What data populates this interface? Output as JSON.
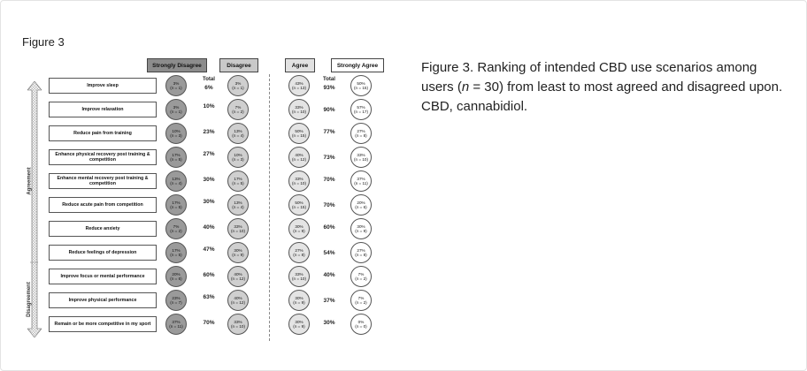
{
  "figure_label": "Figure 3",
  "caption": {
    "bold_prefix": "Figure 3",
    "text_1": ". Ranking of intended CBD use scenarios among users (",
    "italic_n": "n",
    "text_2": " = 30) from least to most agreed and disagreed upon. CBD, cannabidiol."
  },
  "headers": {
    "strongly_disagree": "Strongly Disagree",
    "disagree": "Disagree",
    "agree": "Agree",
    "strongly_agree": "Strongly Agree",
    "total": "Total"
  },
  "axis": {
    "agreement": "Agreement",
    "disagreement": "Disagreement"
  },
  "colors": {
    "strongly_disagree": "#9a9a9a",
    "disagree": "#cfcfcf",
    "agree": "#e4e4e4",
    "strongly_agree": "#ffffff"
  },
  "rows": [
    {
      "label": "Improve sleep",
      "sd": "3%",
      "sd_n": "(n = 1)",
      "d": "3%",
      "d_n": "(n = 1)",
      "dis_total": "6%",
      "a": "43%",
      "a_n": "(n = 13)",
      "sa": "50%",
      "sa_n": "(n = 15)",
      "agr_total": "93%"
    },
    {
      "label": "Improve relaxation",
      "sd": "3%",
      "sd_n": "(n = 1)",
      "d": "7%",
      "d_n": "(n = 2)",
      "dis_total": "10%",
      "a": "33%",
      "a_n": "(n = 10)",
      "sa": "57%",
      "sa_n": "(n = 17)",
      "agr_total": "90%"
    },
    {
      "label": "Reduce pain from training",
      "sd": "10%",
      "sd_n": "(n = 3)",
      "d": "13%",
      "d_n": "(n = 4)",
      "dis_total": "23%",
      "a": "50%",
      "a_n": "(n = 15)",
      "sa": "27%",
      "sa_n": "(n = 8)",
      "agr_total": "77%"
    },
    {
      "label": "Enhance physical recovery post training & competition",
      "sd": "17%",
      "sd_n": "(n = 5)",
      "d": "10%",
      "d_n": "(n = 3)",
      "dis_total": "27%",
      "a": "40%",
      "a_n": "(n = 12)",
      "sa": "33%",
      "sa_n": "(n = 10)",
      "agr_total": "73%"
    },
    {
      "label": "Enhance mental recovery post training & competition",
      "sd": "13%",
      "sd_n": "(n = 4)",
      "d": "17%",
      "d_n": "(n = 5)",
      "dis_total": "30%",
      "a": "33%",
      "a_n": "(n = 10)",
      "sa": "37%",
      "sa_n": "(n = 11)",
      "agr_total": "70%"
    },
    {
      "label": "Reduce acute pain from competition",
      "sd": "17%",
      "sd_n": "(n = 5)",
      "d": "13%",
      "d_n": "(n = 4)",
      "dis_total": "30%",
      "a": "50%",
      "a_n": "(n = 15)",
      "sa": "20%",
      "sa_n": "(n = 6)",
      "agr_total": "70%"
    },
    {
      "label": "Reduce anxiety",
      "sd": "7%",
      "sd_n": "(n = 2)",
      "d": "33%",
      "d_n": "(n = 10)",
      "dis_total": "40%",
      "a": "30%",
      "a_n": "(n = 9)",
      "sa": "30%",
      "sa_n": "(n = 9)",
      "agr_total": "60%"
    },
    {
      "label": "Reduce feelings of depression",
      "sd": "17%",
      "sd_n": "(n = 5)",
      "d": "30%",
      "d_n": "(n = 9)",
      "dis_total": "47%",
      "a": "27%",
      "a_n": "(n = 8)",
      "sa": "27%",
      "sa_n": "(n = 8)",
      "agr_total": "54%"
    },
    {
      "label": "Improve focus or mental performance",
      "sd": "20%",
      "sd_n": "(n = 6)",
      "d": "40%",
      "d_n": "(n = 12)",
      "dis_total": "60%",
      "a": "33%",
      "a_n": "(n = 10)",
      "sa": "7%",
      "sa_n": "(n = 2)",
      "agr_total": "40%"
    },
    {
      "label": "Improve physical performance",
      "sd": "23%",
      "sd_n": "(n = 7)",
      "d": "40%",
      "d_n": "(n = 12)",
      "dis_total": "63%",
      "a": "30%",
      "a_n": "(n = 9)",
      "sa": "7%",
      "sa_n": "(n = 2)",
      "agr_total": "37%"
    },
    {
      "label": "Remain or be more competitive in my sport",
      "sd": "37%",
      "sd_n": "(n = 11)",
      "d": "33%",
      "d_n": "(n = 10)",
      "dis_total": "70%",
      "a": "30%",
      "a_n": "(n = 9)",
      "sa": "0%",
      "sa_n": "(n = 0)",
      "agr_total": "30%"
    }
  ]
}
